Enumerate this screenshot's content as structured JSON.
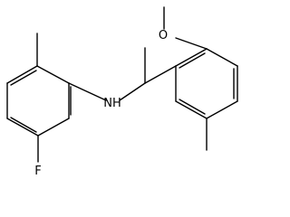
{
  "molecule": {
    "atom_labels": {
      "oxygen": "O",
      "amine": "NH",
      "fluorine": "F"
    }
  },
  "colors": {
    "bond": "#000000",
    "text": "#000000",
    "background": "#ffffff"
  }
}
